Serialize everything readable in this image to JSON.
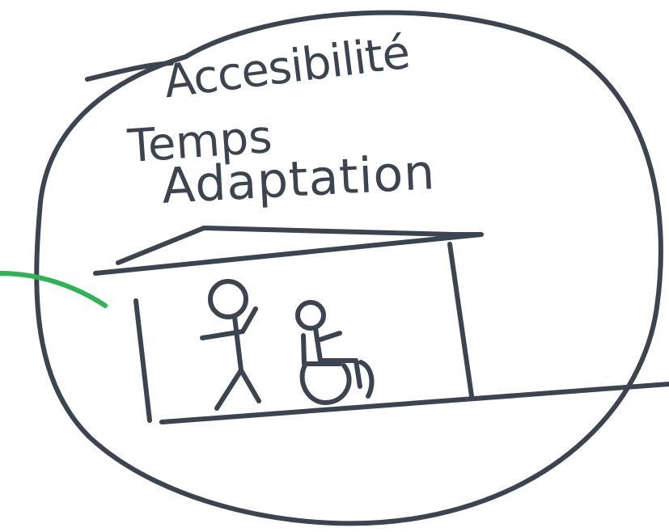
{
  "labels": [
    "Accesibilité",
    "Temps",
    "Adaptation"
  ],
  "ink": {
    "main": "#3c4450",
    "accent": "#2fb357"
  },
  "figures": [
    "standing-person-icon",
    "wheelchair-user-icon"
  ]
}
